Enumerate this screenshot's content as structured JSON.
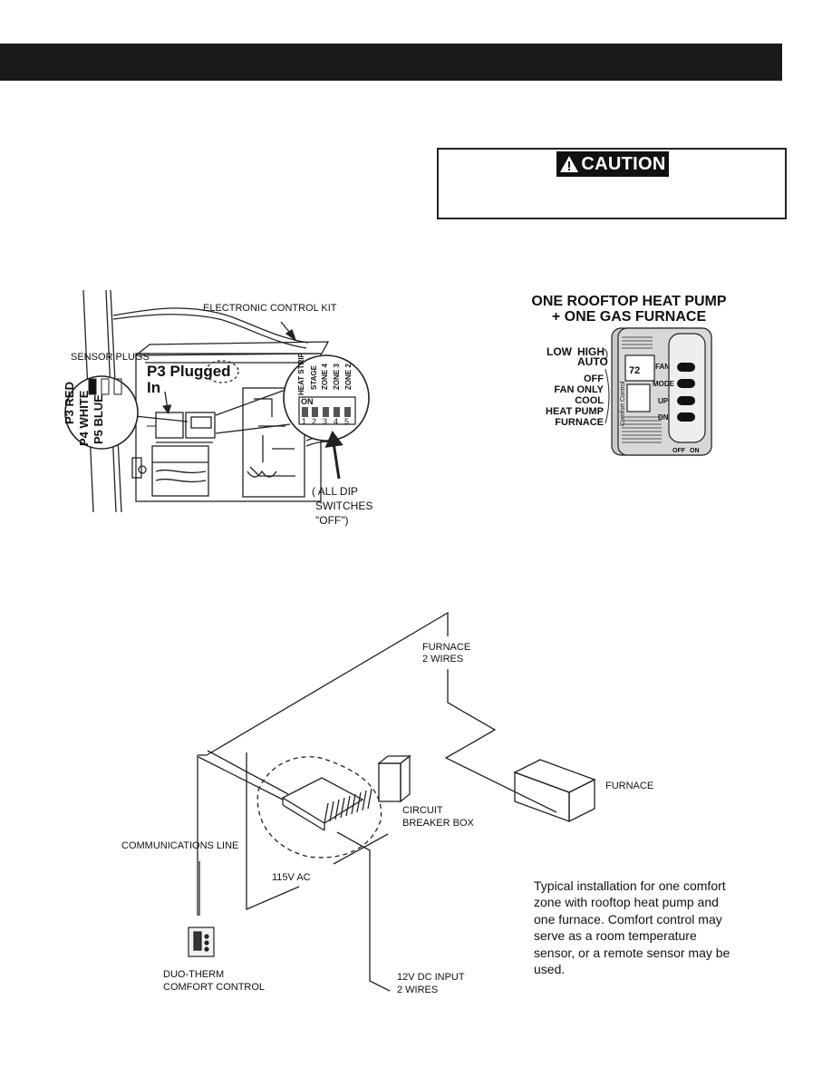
{
  "caution": {
    "label": "CAUTION"
  },
  "fig1": {
    "electronic_control_kit": "ELECTRONIC CONTROL KIT",
    "sensor_plugs": "SENSOR PLUGS",
    "p3_plugged": "P3 Plugged",
    "p3_in": "In",
    "plugs": [
      {
        "name": "P3",
        "color": "RED"
      },
      {
        "name": "P4",
        "color": "WHITE"
      },
      {
        "name": "P5",
        "color": "BLUE"
      }
    ],
    "dip_labels": [
      "HEAT STRIP",
      "STAGE",
      "ZONE 4",
      "ZONE 3",
      "ZONE 2"
    ],
    "dip_on": "ON",
    "dip_numbers": [
      "1",
      "2",
      "3",
      "4",
      "5"
    ],
    "dip_note_1": "( ALL DIP",
    "dip_note_2": "SWITCHES",
    "dip_note_3": "\"OFF\")"
  },
  "fig2": {
    "title_1": "ONE ROOFTOP HEAT PUMP",
    "title_2": "+ ONE GAS FURNACE",
    "low": "LOW",
    "high": "HIGH",
    "auto": "AUTO",
    "modes": [
      "OFF",
      "FAN ONLY",
      "COOL",
      "HEAT PUMP",
      "FURNACE"
    ],
    "buttons": [
      "FAN",
      "MODE",
      "UP",
      "DN"
    ],
    "brand": "Comfort Control",
    "display_temp": "72",
    "switch_off": "OFF",
    "switch_on": "ON"
  },
  "fig3": {
    "furnace_wires_1": "FURNACE",
    "furnace_wires_2": "2 WIRES",
    "furnace": "FURNACE",
    "circuit_breaker_1": "CIRCUIT",
    "circuit_breaker_2": "BREAKER BOX",
    "communications_line": "COMMUNICATIONS LINE",
    "ac_115": "115V AC",
    "duo_therm_1": "DUO-THERM",
    "duo_therm_2": "COMFORT CONTROL",
    "dc_input_1": "12V DC INPUT",
    "dc_input_2": "2 WIRES"
  },
  "caption": "Typical installation for one comfort zone with rooftop heat pump and one furnace. Comfort control may serve as a room temperature sensor, or a remote sensor may be used."
}
